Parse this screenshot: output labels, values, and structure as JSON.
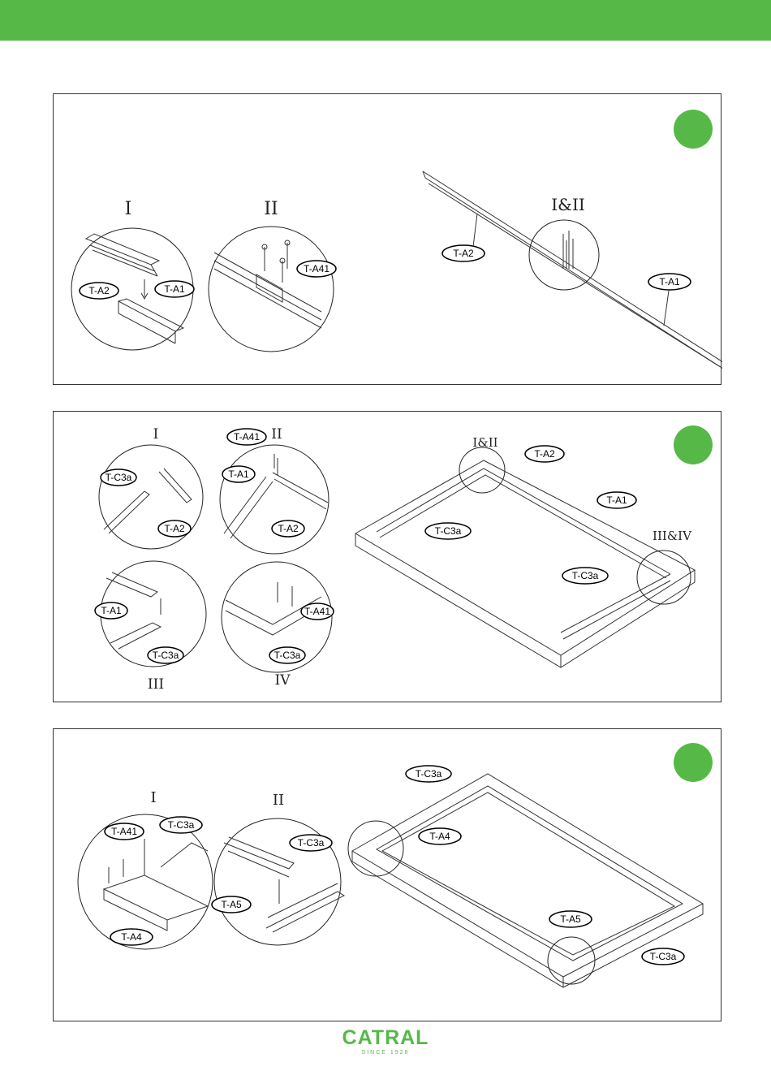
{
  "header": {
    "bar_color": "#56b947"
  },
  "accent_color": "#56b947",
  "panels": [
    {
      "id": "step1",
      "details": [
        {
          "title": "I",
          "labels": [
            "T-A2",
            "T-A1"
          ]
        },
        {
          "title": "II",
          "labels": [
            "T-A41"
          ]
        }
      ],
      "overview": {
        "title": "I&II",
        "labels": [
          "T-A2",
          "T-A1"
        ]
      }
    },
    {
      "id": "step2",
      "details": [
        {
          "title": "I",
          "labels": [
            "T-C3a",
            "T-A2"
          ]
        },
        {
          "title": "II",
          "labels": [
            "T-A41",
            "T-A1",
            "T-A2"
          ]
        },
        {
          "title": "III",
          "labels": [
            "T-A1",
            "T-C3a"
          ]
        },
        {
          "title": "IV",
          "labels": [
            "T-A41",
            "T-C3a"
          ]
        }
      ],
      "overview": {
        "titles": [
          "I&II",
          "III&IV"
        ],
        "labels": [
          "T-A2",
          "T-A1",
          "T-C3a",
          "T-C3a"
        ]
      }
    },
    {
      "id": "step3",
      "details": [
        {
          "title": "I",
          "labels": [
            "T-A41",
            "T-C3a",
            "T-A4"
          ]
        },
        {
          "title": "II",
          "labels": [
            "T-C3a",
            "T-A5"
          ]
        }
      ],
      "overview": {
        "labels": [
          "T-C3a",
          "T-A4",
          "T-A5",
          "T-C3a"
        ]
      }
    }
  ],
  "footer": {
    "brand": "CATRAL",
    "tagline": "SINCE 1928"
  }
}
